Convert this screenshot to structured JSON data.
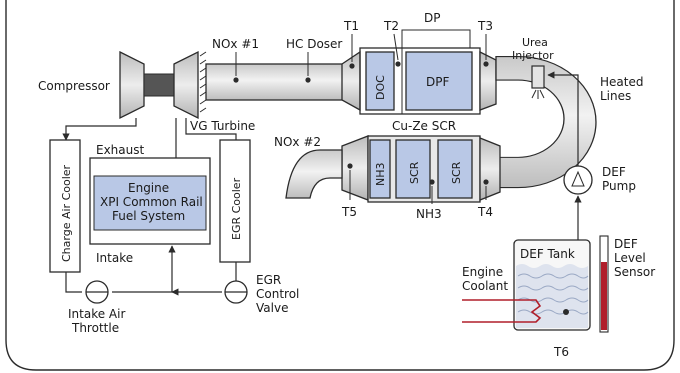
{
  "labels": {
    "dp": "DP",
    "t1": "T1",
    "t2": "T2",
    "t3": "T3",
    "t4": "T4",
    "t5": "T5",
    "t6": "T6",
    "nox1": "NOx #1",
    "nox2": "NOx #2",
    "hc_doser": "HC Doser",
    "compressor": "Compressor",
    "vg_turbine": "VG Turbine",
    "doc": "DOC",
    "dpf": "DPF",
    "urea_injector_line1": "Urea",
    "urea_injector_line2": "Injector",
    "heated_lines_line1": "Heated",
    "heated_lines_line2": "Lines",
    "cu_ze_scr": "Cu-Ze SCR",
    "nh3_left": "NH3",
    "scr_1": "SCR",
    "scr_2": "SCR",
    "nh3_bottom": "NH3",
    "charge_air_cooler": "Charge Air Cooler",
    "exhaust": "Exhaust",
    "engine_line1": "Engine",
    "engine_line2": "XPI Common Rail",
    "engine_line3": "Fuel System",
    "intake": "Intake",
    "egr_cooler": "EGR Cooler",
    "egr_valve_line1": "EGR",
    "egr_valve_line2": "Control",
    "egr_valve_line3": "Valve",
    "intake_throttle_line1": "Intake Air",
    "intake_throttle_line2": "Throttle",
    "def_pump_line1": "DEF",
    "def_pump_line2": "Pump",
    "def_tank": "DEF Tank",
    "def_sensor_line1": "DEF",
    "def_sensor_line2": "Level",
    "def_sensor_line3": "Sensor",
    "engine_coolant_line1": "Engine",
    "engine_coolant_line2": "Coolant"
  },
  "colors": {
    "brick": "#b9c8e6",
    "pipe": "#e4e4e4",
    "coolant": "#b01e2a",
    "engine": "#b9c8e6",
    "outline": "#2b2b2b",
    "pipe_highlight": "#eeeeee",
    "pipe_shade": "#cfcfcf",
    "def_fluid": "#cdd6e8",
    "sensor_bar": "#b01e2a"
  }
}
